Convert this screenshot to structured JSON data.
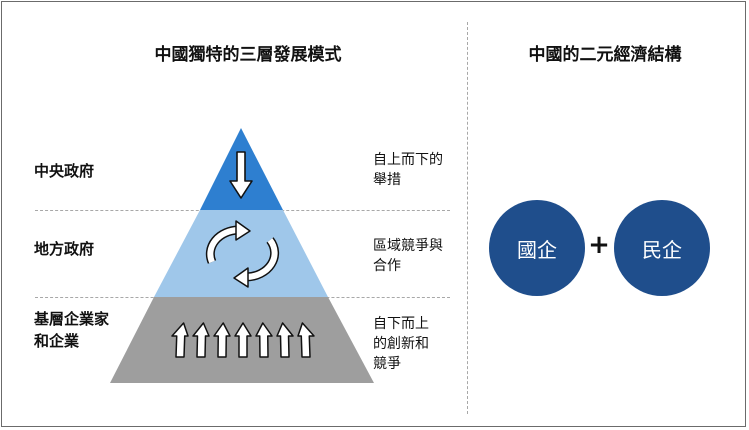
{
  "left_title": "中國獨特的三層發展模式",
  "right_title": "中國的二元經濟結構",
  "tiers": [
    {
      "label": "中央政府",
      "description": "自上而下的\n舉措",
      "color": "#2e7fd0"
    },
    {
      "label": "地方政府",
      "description": "區域競爭與\n合作",
      "color": "#9fc7ea"
    },
    {
      "label": "基層企業家\n和企業",
      "description": "自下而上\n的創新和\n競爭",
      "color": "#9e9e9e"
    }
  ],
  "circles": [
    {
      "label": "國企",
      "color": "#1f4e8c"
    },
    {
      "label": "民企",
      "color": "#1f4e8c"
    }
  ],
  "plus": "+"
}
